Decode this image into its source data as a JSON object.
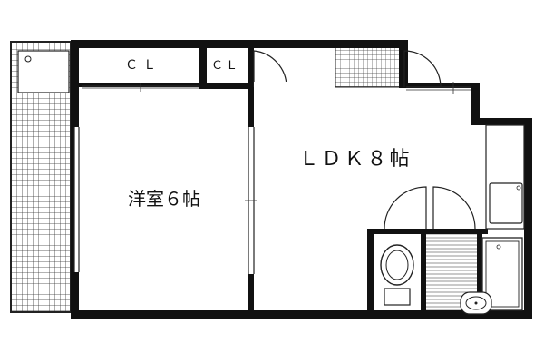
{
  "plan": {
    "rooms": {
      "western_room": "洋室６帖",
      "ldk": "ＬＤＫ８帖",
      "closet_large": "ＣＬ",
      "closet_small": "ＣＬ"
    },
    "colors": {
      "wall": "#111111",
      "line": "#222222",
      "paper": "#ffffff"
    }
  }
}
